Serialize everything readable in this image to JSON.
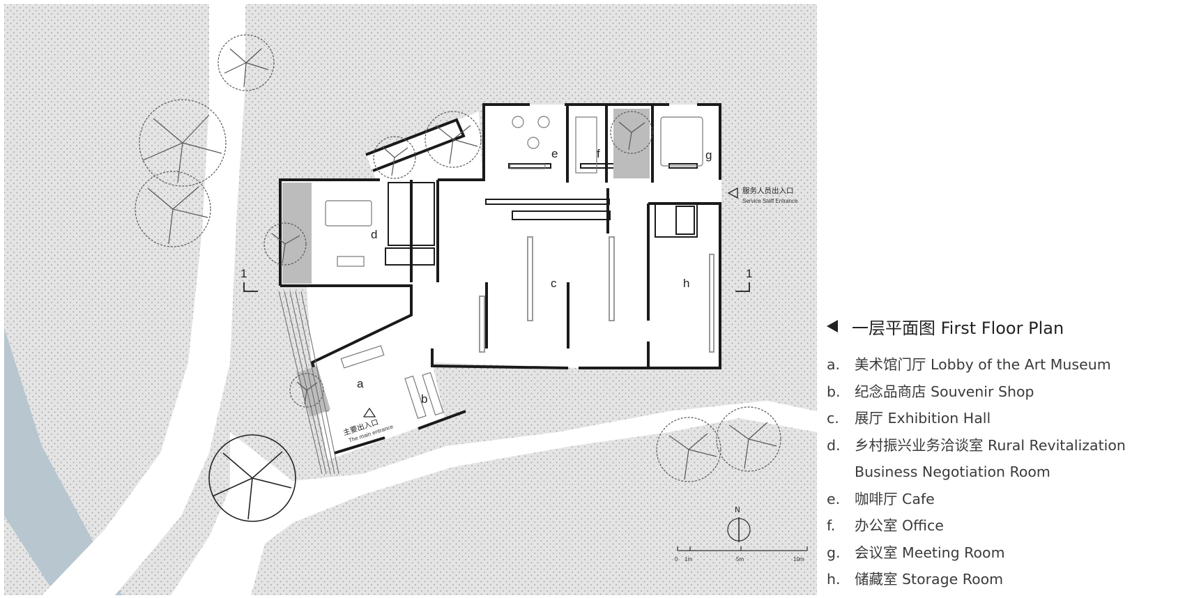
{
  "title": "一层平面图 First Floor Plan",
  "rooms": [
    {
      "key": "a.",
      "letter": "a",
      "label": "美术馆门厅 Lobby of the Art Museum"
    },
    {
      "key": "b.",
      "letter": "b",
      "label": "纪念品商店 Souvenir Shop"
    },
    {
      "key": "c.",
      "letter": "c",
      "label": "展厅 Exhibition Hall"
    },
    {
      "key": "d.",
      "letter": "d",
      "label": "乡村振兴业务洽谈室 Rural Revitalization Business Negotiation Room"
    },
    {
      "key": "e.",
      "letter": "e",
      "label": "咖啡厅 Cafe"
    },
    {
      "key": "f.",
      "letter": "f",
      "label": "办公室 Office"
    },
    {
      "key": "g.",
      "letter": "g",
      "label": "会议室 Meeting Room"
    },
    {
      "key": "h.",
      "letter": "h",
      "label": "储藏室 Storage Room"
    }
  ],
  "entrances": {
    "main_cn": "主要出入口",
    "main_en": "The main entrance",
    "service_cn": "服务人员出入口",
    "service_en": "Service Staff Entrance"
  },
  "section_marker": "1",
  "north": "N",
  "scale_bar": {
    "ticks": [
      "0",
      "1m",
      "5m",
      "10m"
    ]
  },
  "colors": {
    "ground": "#e4e4e4",
    "dots": "#9a9a9a",
    "water": "#b7c6cf",
    "road": "#ffffff",
    "wall": "#1a1a1a",
    "planter": "#bcbcbc"
  }
}
